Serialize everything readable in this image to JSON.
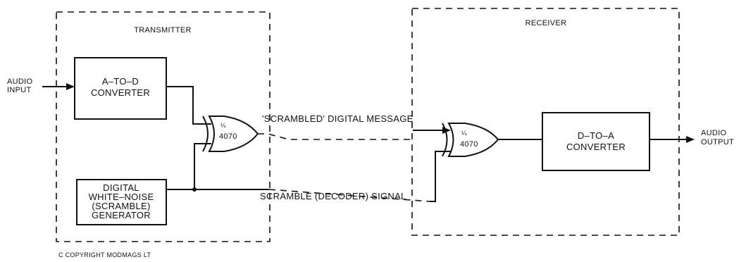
{
  "transmitter": {
    "title": "TRANSMITTER",
    "adc": {
      "line1": "A–TO–D",
      "line2": "CONVERTER"
    },
    "noise_gen": {
      "line1": "DIGITAL",
      "line2": "WHITE–NOISE",
      "line3": "(SCRAMBLE)",
      "line4": "GENERATOR"
    },
    "xor_gate": {
      "fraction": "¼",
      "chip": "4070"
    }
  },
  "receiver": {
    "title": "RECEIVER",
    "dac": {
      "line1": "D–TO–A",
      "line2": "CONVERTER"
    },
    "xor_gate": {
      "fraction": "¼",
      "chip": "4070"
    }
  },
  "input": {
    "line1": "AUDIO",
    "line2": "INPUT"
  },
  "output": {
    "line1": "AUDIO",
    "line2": "OUTPUT"
  },
  "links": {
    "message": "'SCRAMBLED' DIGITAL MESSAGE",
    "decoder": "SCRAMBLE (DECODER) SIGNAL"
  },
  "copyright": "C COPYRIGHT MODMAGS LT"
}
